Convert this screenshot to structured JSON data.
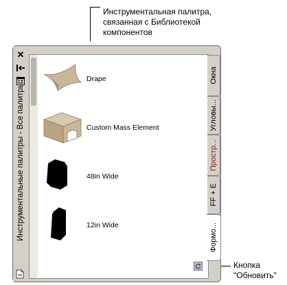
{
  "callouts": {
    "top": "Инструментальная палитра, связанная с Библиотекой компонентов",
    "right_line1": "Кнопка",
    "right_line2": "\"Обновить\""
  },
  "palette": {
    "title": "Инструментальные палитры - Все палитры",
    "titlebar_icons": [
      "close-icon",
      "autohide-icon",
      "properties-icon"
    ],
    "bottom_icon": "document-icon",
    "refresh_icon": "refresh-icon"
  },
  "tools": [
    {
      "label": "Drape",
      "icon": "drape-icon"
    },
    {
      "label": "Custom Mass Element",
      "icon": "mass-element-icon"
    },
    {
      "label": "48in Wide",
      "icon": "box-48-icon"
    },
    {
      "label": "12in Wide",
      "icon": "box-12-icon"
    }
  ],
  "tabs": [
    {
      "label": "Окна",
      "active": false
    },
    {
      "label": "Угловы...",
      "active": false
    },
    {
      "label": "Простр...",
      "active": false
    },
    {
      "label": "FF + E",
      "active": false
    },
    {
      "label": "Формо...",
      "active": true
    }
  ],
  "colors": {
    "frame": "#d4d0c8",
    "content_bg": "#ffffff",
    "drape": "#c9b79c",
    "box": "#000000",
    "tab_text_highlight": "#7a1f1f"
  }
}
